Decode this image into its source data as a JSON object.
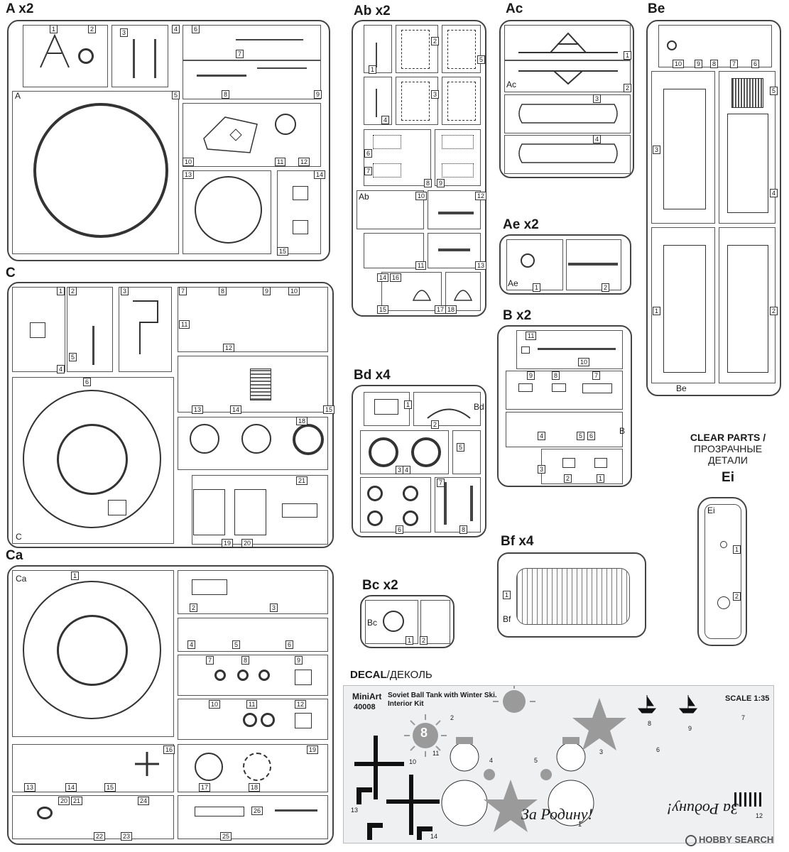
{
  "sprues": {
    "a": {
      "title": "A x2",
      "letter": "A",
      "nums": [
        "1",
        "2",
        "3",
        "4",
        "5",
        "6",
        "7",
        "8",
        "9",
        "10",
        "11",
        "12",
        "13",
        "14",
        "15"
      ]
    },
    "ab": {
      "title": "Ab x2",
      "letter": "Ab",
      "nums": [
        "1",
        "2",
        "3",
        "4",
        "5",
        "6",
        "7",
        "8",
        "9",
        "10",
        "11",
        "12",
        "13",
        "14",
        "15",
        "16",
        "17",
        "18"
      ]
    },
    "ac": {
      "title": "Ac",
      "letter": "Ac",
      "nums": [
        "1",
        "2",
        "3",
        "4"
      ]
    },
    "be": {
      "title": "Be",
      "letter": "Be",
      "nums": [
        "10",
        "9",
        "8",
        "7",
        "6",
        "5",
        "4",
        "3",
        "2",
        "1"
      ]
    },
    "ae": {
      "title": "Ae x2",
      "letter": "Ae",
      "nums": [
        "1",
        "2"
      ]
    },
    "b": {
      "title": "B x2",
      "letter": "B",
      "nums": [
        "11",
        "10",
        "9",
        "8",
        "7",
        "6",
        "5",
        "4",
        "3",
        "2",
        "1"
      ]
    },
    "c": {
      "title": "C",
      "letter": "C",
      "nums": [
        "1",
        "2",
        "3",
        "4",
        "5",
        "6",
        "7",
        "8",
        "9",
        "10",
        "11",
        "12",
        "13",
        "14",
        "15",
        "18",
        "19",
        "20",
        "21"
      ]
    },
    "bd": {
      "title": "Bd x4",
      "letter": "Bd",
      "nums": [
        "1",
        "2",
        "3",
        "4",
        "5",
        "6",
        "7",
        "8"
      ]
    },
    "bf": {
      "title": "Bf x4",
      "letter": "Bf",
      "nums": [
        "1"
      ]
    },
    "ca": {
      "title": "Ca",
      "letter": "Ca",
      "nums": [
        "1",
        "2",
        "3",
        "4",
        "5",
        "6",
        "7",
        "8",
        "9",
        "10",
        "11",
        "12",
        "13",
        "14",
        "15",
        "16",
        "17",
        "18",
        "19",
        "20",
        "21",
        "22",
        "23",
        "24",
        "25",
        "26"
      ]
    },
    "bc": {
      "title": "Bc x2",
      "letter": "Bc",
      "nums": [
        "1",
        "2"
      ]
    },
    "ei": {
      "title": "Ei",
      "letter": "Ei",
      "nums": [
        "1",
        "2"
      ]
    }
  },
  "clear_parts": {
    "line1": "CLEAR PARTS /",
    "line2": "ПРОЗРАЧНЫЕ",
    "line3": "ДЕТАЛИ"
  },
  "decal": {
    "heading_bold": "DECAL",
    "heading_rest": "/ДЕКОЛЬ",
    "brand": "MiniArt",
    "code": "40008",
    "kit_line1": "Soviet Ball Tank with Winter Ski.",
    "kit_line2": "Interior Kit",
    "scale": "SCALE 1:35",
    "slogan": "За Родину!",
    "slogan_mirrored": "За Родину!",
    "nums": [
      "1",
      "2",
      "3",
      "4",
      "5",
      "6",
      "7",
      "8",
      "9",
      "10",
      "11",
      "12",
      "13",
      "14"
    ],
    "marking_digit": "8"
  },
  "watermark": {
    "text": "HOBBY SEARCH"
  }
}
